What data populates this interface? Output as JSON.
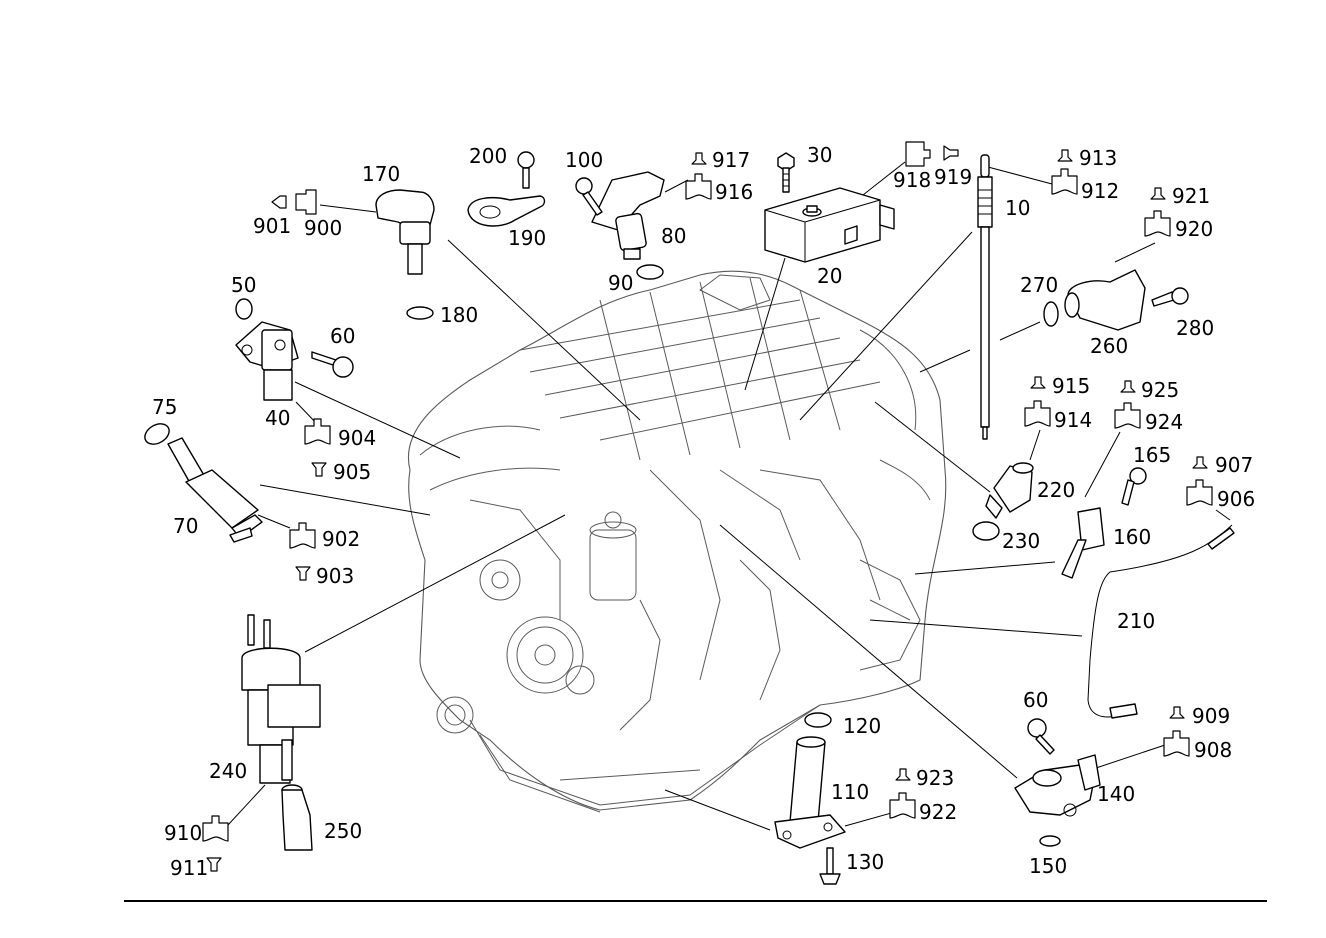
{
  "diagram": {
    "labels": {
      "p10": "10",
      "p20": "20",
      "p30": "30",
      "p40": "40",
      "p50": "50",
      "p60a": "60",
      "p60b": "60",
      "p70": "70",
      "p75": "75",
      "p80": "80",
      "p90": "90",
      "p100": "100",
      "p110": "110",
      "p120": "120",
      "p130": "130",
      "p140": "140",
      "p150": "150",
      "p160": "160",
      "p165": "165",
      "p170": "170",
      "p180": "180",
      "p190": "190",
      "p200": "200",
      "p210": "210",
      "p220": "220",
      "p230": "230",
      "p240": "240",
      "p250": "250",
      "p260": "260",
      "p270": "270",
      "p280": "280",
      "s900": "900",
      "s901": "901",
      "s902": "902",
      "s903": "903",
      "s904": "904",
      "s905": "905",
      "s906": "906",
      "s907": "907",
      "s908": "908",
      "s909": "909",
      "s910": "910",
      "s911": "911",
      "s912": "912",
      "s913": "913",
      "s914": "914",
      "s915": "915",
      "s916": "916",
      "s917": "917",
      "s918": "918",
      "s919": "919",
      "s920": "920",
      "s921": "921",
      "s922": "922",
      "s923": "923",
      "s924": "924",
      "s925": "925"
    }
  }
}
